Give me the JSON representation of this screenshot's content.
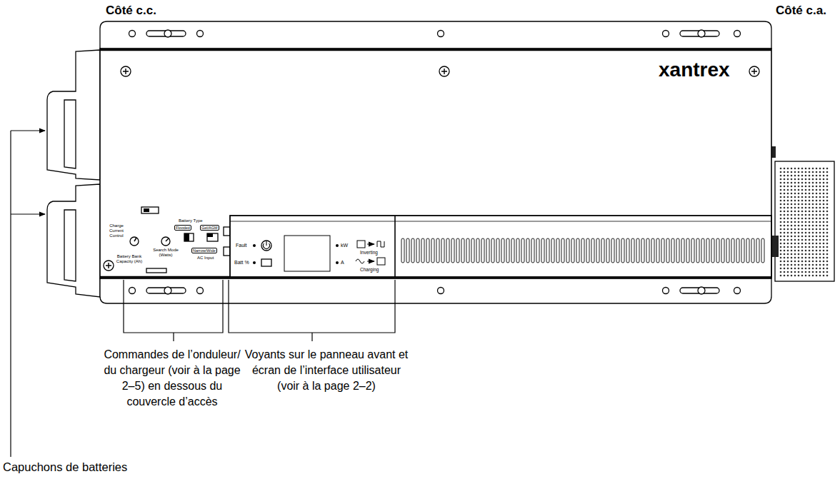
{
  "diagram": {
    "labels": [
      "Côté c.c.",
      "Côté c.a.",
      "xantrex",
      "Charge Current Control",
      "Battery Type",
      "Flooded",
      "Gel/AGM",
      "Battery Bank Capacity (Ah)",
      "Search Mode (Watts)",
      "Narrow/Wide",
      "AC Input",
      "Fault",
      "Batt %",
      "kW",
      "Inverting",
      "A",
      "Charging",
      "Commandes de l’onduleur/ du chargeur (voir à la page 2–5) en dessous du couvercle d’accès",
      "Voyants sur le panneau avant et écran de l’interface utilisateur (voir à la page 2–2)",
      "Capuchons de batteries"
    ]
  }
}
